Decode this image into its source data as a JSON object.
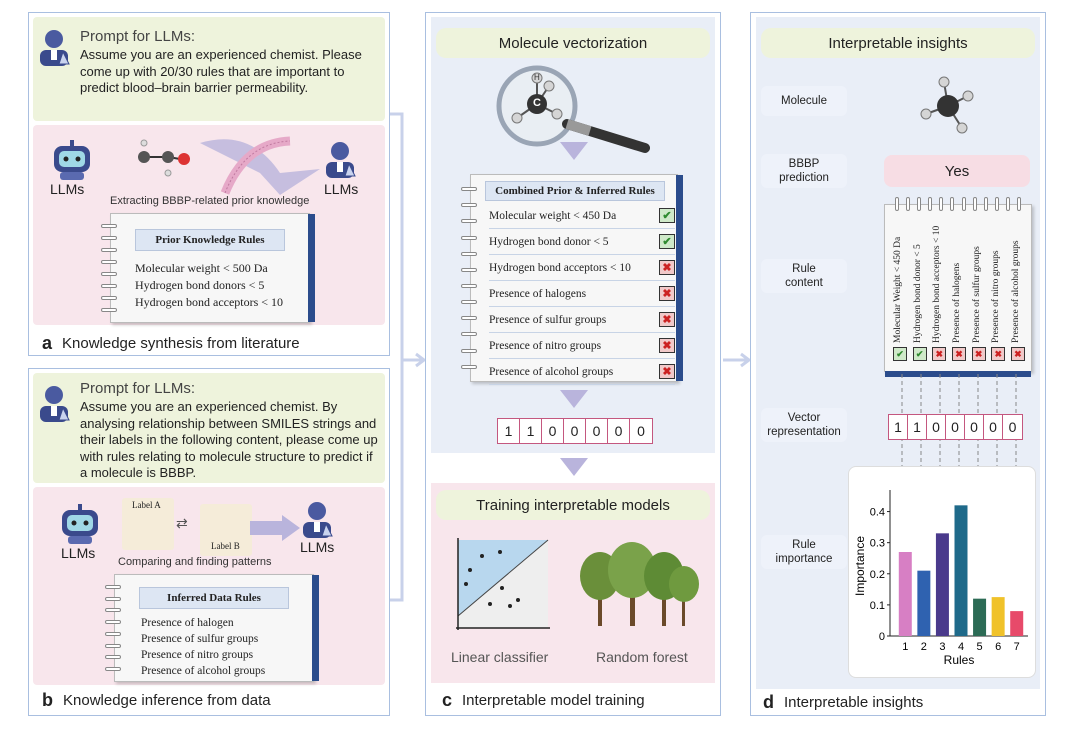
{
  "panel_a": {
    "prompt_title": "Prompt for LLMs:",
    "prompt_text": "Assume you are an experienced chemist. Please come up with 20/30 rules that are important to predict blood–brain barrier permeability.",
    "llm_left": "LLMs",
    "llm_right": "LLMs",
    "caption": "Extracting BBBP-related prior knowledge",
    "rules_title": "Prior Knowledge Rules",
    "rules": [
      "Molecular weight < 500 Da",
      "Hydrogen bond donors < 5",
      "Hydrogen bond acceptors < 10"
    ],
    "letter": "a",
    "label": "Knowledge synthesis from literature"
  },
  "panel_b": {
    "prompt_title": "Prompt for LLMs:",
    "prompt_text": "Assume you are an experienced chemist. By analysing relationship between SMILES strings and their labels in the following content, please come up with rules relating to molecule structure to predict if a molecule is BBBP.",
    "llm_left": "LLMs",
    "llm_right": "LLMs",
    "label_a": "Label A",
    "label_b": "Label B",
    "caption": "Comparing and finding patterns",
    "rules_title": "Inferred Data Rules",
    "rules": [
      "Presence of halogen",
      "Presence of sulfur groups",
      "Presence of nitro groups",
      "Presence of alcohol groups"
    ],
    "letter": "b",
    "label": "Knowledge inference from data"
  },
  "panel_c": {
    "title_top": "Molecule vectorization",
    "atom_c": "C",
    "atom_h": "H",
    "rules_title": "Combined Prior & Inferred Rules",
    "rules": [
      {
        "text": "Molecular weight < 450 Da",
        "mark": "✔"
      },
      {
        "text": "Hydrogen bond donor < 5",
        "mark": "✔"
      },
      {
        "text": "Hydrogen bond acceptors < 10",
        "mark": "✖"
      },
      {
        "text": "Presence of halogens",
        "mark": "✖"
      },
      {
        "text": "Presence of sulfur groups",
        "mark": "✖"
      },
      {
        "text": "Presence of nitro groups",
        "mark": "✖"
      },
      {
        "text": "Presence of alcohol groups",
        "mark": "✖"
      }
    ],
    "vector": [
      "1",
      "1",
      "0",
      "0",
      "0",
      "0",
      "0"
    ],
    "title_bottom": "Training interpretable models",
    "linear_label": "Linear classifier",
    "forest_label": "Random forest",
    "letter": "c",
    "label": "Interpretable model training"
  },
  "panel_d": {
    "title": "Interpretable insights",
    "side_molecule": "Molecule",
    "side_prediction": "BBBP prediction",
    "prediction": "Yes",
    "side_rule_content": "Rule content",
    "side_vector": "Vector representation",
    "side_importance": "Rule importance",
    "rule_columns": [
      "Molecular Weight < 450 Da",
      "Hydrogen bond donor < 5",
      "Hydrogen bond acceptors < 10",
      "Presence of halogens",
      "Presence of sulfur groups",
      "Presence of nitro groups",
      "Presence of alcohol groups"
    ],
    "rule_marks": [
      "✔",
      "✔",
      "✖",
      "✖",
      "✖",
      "✖",
      "✖"
    ],
    "vector": [
      "1",
      "1",
      "0",
      "0",
      "0",
      "0",
      "0"
    ],
    "letter": "d",
    "label": "Interpretable insights"
  },
  "chart_data": {
    "type": "bar",
    "categories": [
      "1",
      "2",
      "3",
      "4",
      "5",
      "6",
      "7"
    ],
    "values": [
      0.27,
      0.21,
      0.33,
      0.42,
      0.12,
      0.125,
      0.08
    ],
    "colors": [
      "#d77fc4",
      "#2f62b0",
      "#4a3a8c",
      "#1f6a8a",
      "#2c6b55",
      "#f0c22a",
      "#e74a6a"
    ],
    "xlabel": "Rules",
    "ylabel": "Importance",
    "yticks": [
      "0",
      "0.1",
      "0.2",
      "0.3",
      "0.4"
    ],
    "ylim": [
      0,
      0.45
    ]
  }
}
